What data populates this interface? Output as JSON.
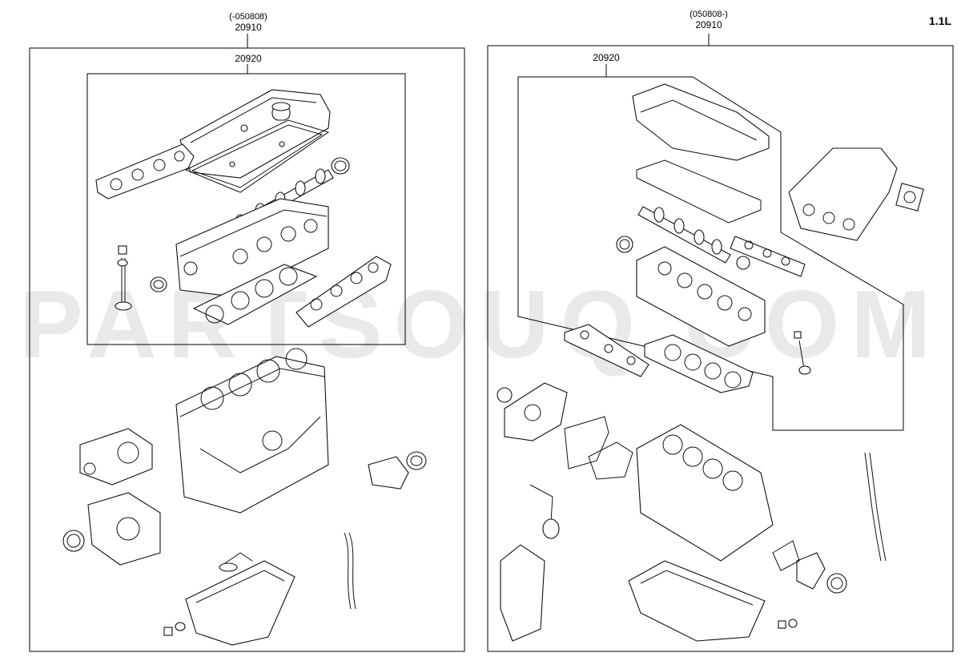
{
  "engine": "1.1L",
  "watermark": "PARTSOUQ.COM",
  "left_kit": {
    "date_range": "(-050808)",
    "part_no": "20910",
    "sub_kit_part_no": "20920"
  },
  "right_kit": {
    "date_range": "(050808-)",
    "part_no": "20910",
    "sub_kit_part_no": "20920"
  }
}
